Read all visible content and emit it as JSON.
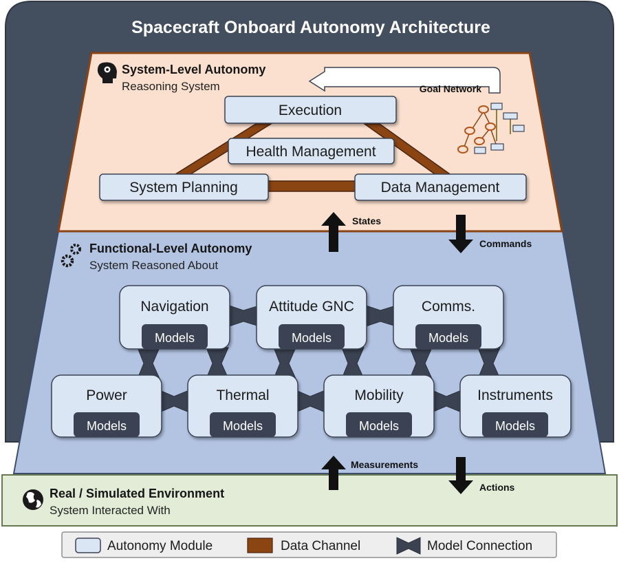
{
  "title": "Spacecraft Onboard Autonomy Architecture",
  "system_level": {
    "title": "System-Level Autonomy",
    "subtitle": "Reasoning System",
    "goal_network_label": "Goal Network",
    "modules": {
      "execution": "Execution",
      "health_management": "Health Management",
      "system_planning": "System Planning",
      "data_management": "Data Management"
    }
  },
  "functional_level": {
    "title": "Functional-Level Autonomy",
    "subtitle": "System Reasoned About",
    "models_label": "Models",
    "modules": {
      "navigation": "Navigation",
      "attitude_gnc": "Attitude GNC",
      "comms": "Comms.",
      "power": "Power",
      "thermal": "Thermal",
      "mobility": "Mobility",
      "instruments": "Instruments"
    }
  },
  "environment": {
    "title": "Real / Simulated Environment",
    "subtitle": "System Interacted With"
  },
  "arrows": {
    "states": "States",
    "commands": "Commands",
    "measurements": "Measurements",
    "actions": "Actions"
  },
  "legend": {
    "autonomy_module": "Autonomy Module",
    "data_channel": "Data Channel",
    "model_connection": "Model Connection"
  },
  "colors": {
    "frame": "#434e5e",
    "system_layer": "#fbe0cf",
    "system_border": "#8a4316",
    "functional_layer": "#b3c4e3",
    "environment_layer": "#e2ecd7",
    "module_fill": "#dbe6f4",
    "models_tab": "#3b4352",
    "data_channel": "#8b4513"
  }
}
